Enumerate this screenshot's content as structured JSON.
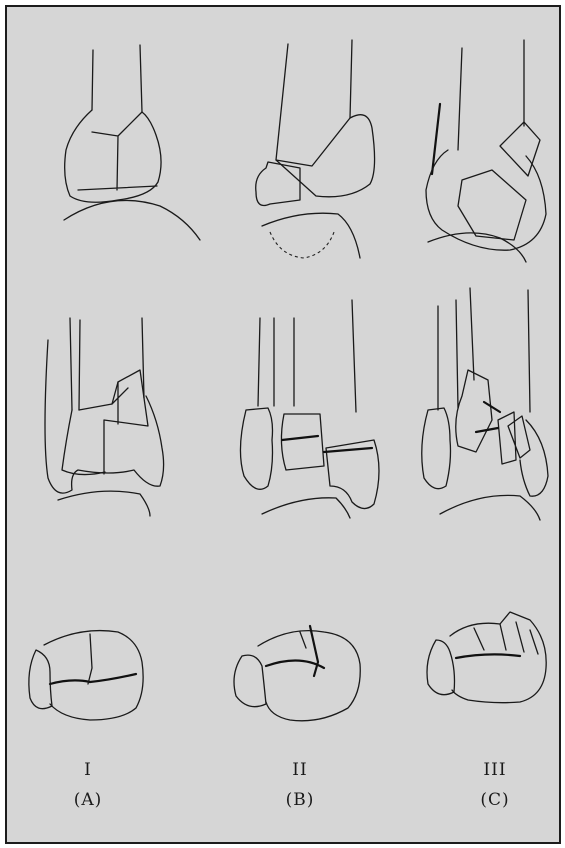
{
  "columns": [
    {
      "grade": "I",
      "letter": "(A)"
    },
    {
      "grade": "II",
      "letter": "(B)"
    },
    {
      "grade": "III",
      "letter": "(C)"
    }
  ],
  "colors": {
    "background": "#d6d6d6",
    "ink": "#1a1a1a"
  }
}
